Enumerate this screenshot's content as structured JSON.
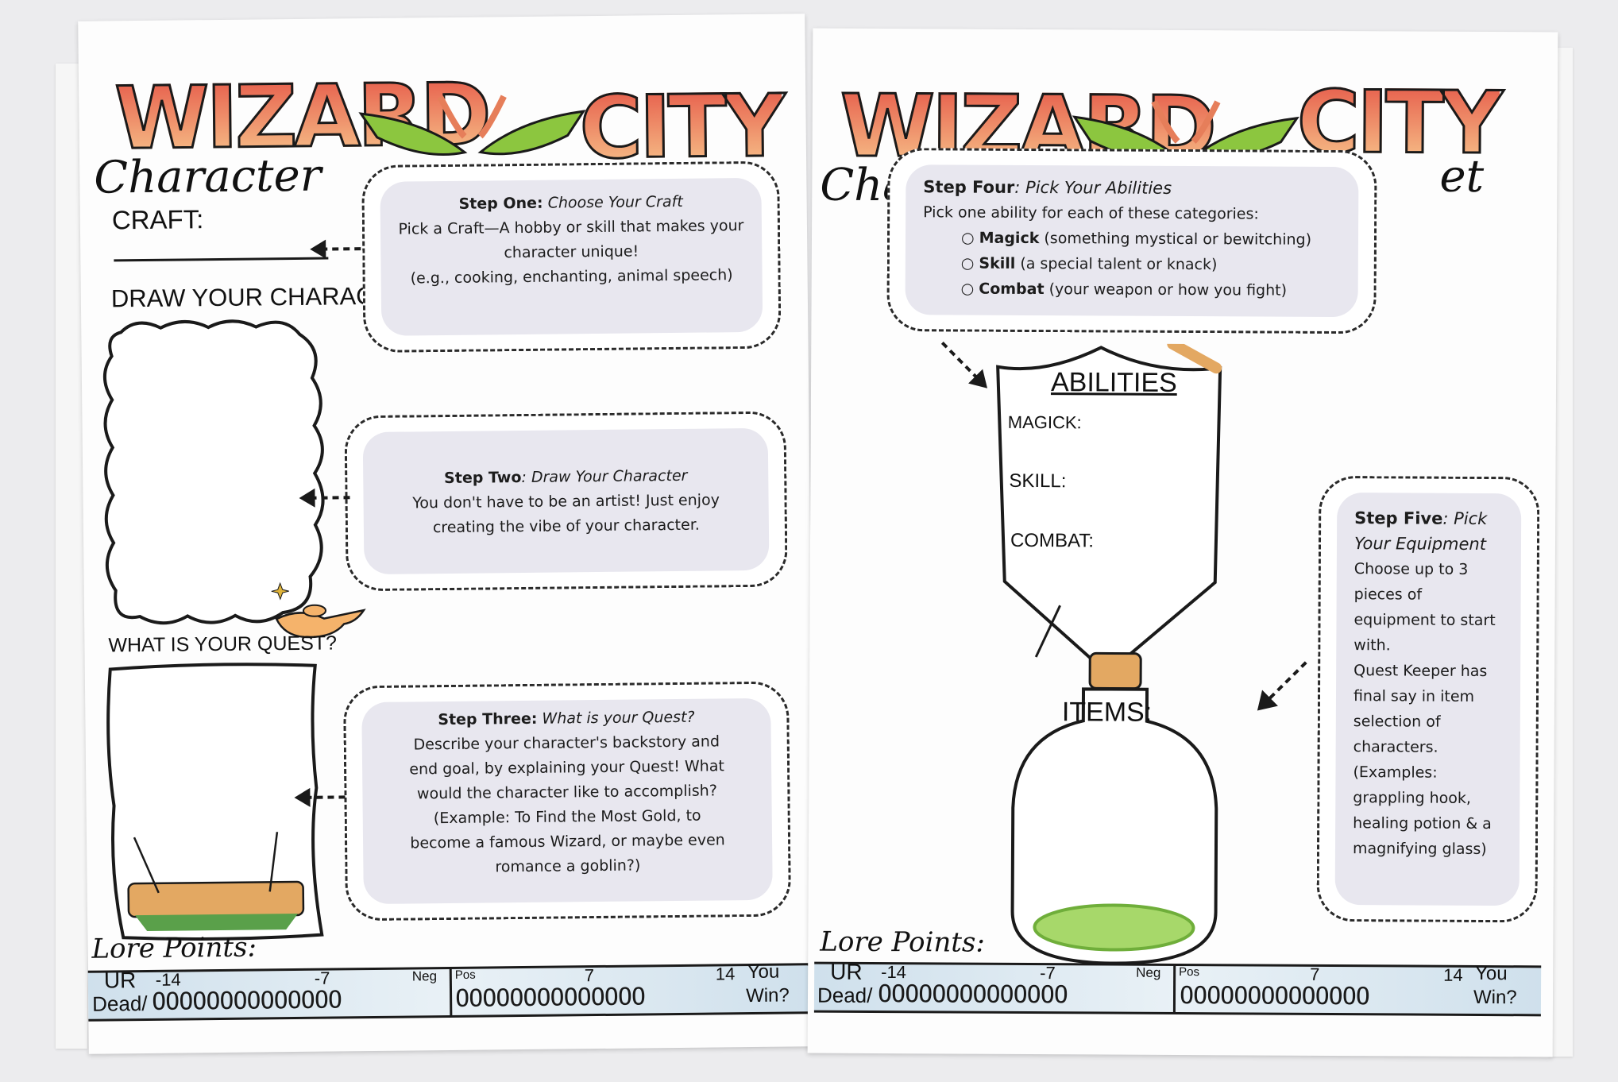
{
  "left_page": {
    "logo_word1": "WIZARD",
    "logo_word2": "CITY",
    "subtitle_script": "Character",
    "craft_label": "CRAFT:",
    "draw_label": "DRAW YOUR CHARACTER",
    "quest_label": "WHAT IS YOUR QUEST?",
    "step1": {
      "heading": "Step One:",
      "heading_italic": "Choose Your Craft",
      "lines": [
        "Pick a Craft—A hobby or skill that makes your",
        "character unique!",
        "(e.g., cooking, enchanting, animal speech)"
      ]
    },
    "step2": {
      "heading": "Step Two",
      "heading_italic": ": Draw Your Character",
      "lines": [
        "You don't have to be an artist! Just enjoy",
        "creating the vibe of your character."
      ]
    },
    "step3": {
      "heading": "Step Three:",
      "heading_italic": "What is your Quest?",
      "lines": [
        "Describe your character's backstory and",
        "end goal, by explaining your Quest! What",
        "would the character like to accomplish?",
        "(Example: To Find the Most Gold, to",
        "become a famous Wizard, or maybe even",
        "romance a goblin?)"
      ]
    },
    "lore": {
      "title": "Lore Points:",
      "ur": "UR",
      "dead": "Dead/",
      "m14": "-14",
      "m7": "-7",
      "neg": "Neg",
      "pos": "Pos",
      "p7": "7",
      "p14": "14",
      "you": "You",
      "win": "Win?",
      "neg_circles": "OOOOOOOOOOOOOO",
      "pos_circles": "OOOOOOOOOOOOOO"
    }
  },
  "right_page": {
    "logo_word1": "WIZARD",
    "logo_word2": "CITY",
    "subtitle_script_left": "Cha",
    "subtitle_script_right": "et",
    "step4": {
      "heading": "Step Four",
      "heading_italic": ": Pick Your Abilities",
      "intro": "Pick one ability for each of these categories:",
      "items": [
        {
          "bold": "Magick",
          "text": " (something mystical or bewitching)"
        },
        {
          "bold": "Skill",
          "text": " (a special talent or knack)"
        },
        {
          "bold": "Combat",
          "text": " (your weapon or how you fight)"
        }
      ]
    },
    "abilities_title": "ABILITIES",
    "magick_label": "MAGICK:",
    "skill_label": "SKILL:",
    "combat_label": "COMBAT:",
    "items_label": "ITEMS:",
    "step5": {
      "heading": "Step Five",
      "heading_italic": ": Pick",
      "heading_line2": "Your Equipment",
      "lines": [
        "Choose up to 3",
        "pieces of",
        "equipment to start",
        "with.",
        "Quest Keeper has",
        "final say in item",
        "selection of",
        "characters.",
        "(Examples:",
        "grappling hook,",
        "healing potion & a",
        "magnifying glass)"
      ]
    },
    "lore": {
      "title": "Lore Points:",
      "ur": "UR",
      "dead": "Dead/",
      "m14": "-14",
      "m7": "-7",
      "neg": "Neg",
      "pos": "Pos",
      "p7": "7",
      "p14": "14",
      "you": "You",
      "win": "Win?",
      "neg_circles": "OOOOOOOOOOOOOO",
      "pos_circles": "OOOOOOOOOOOOOO"
    }
  },
  "colors": {
    "callout_fill": "#e8e7ef",
    "logo_top": "#e65b4a",
    "logo_bottom": "#f7c48b",
    "goblin_green": "#8cc63f",
    "lore_wash": "#cfe0ec"
  }
}
